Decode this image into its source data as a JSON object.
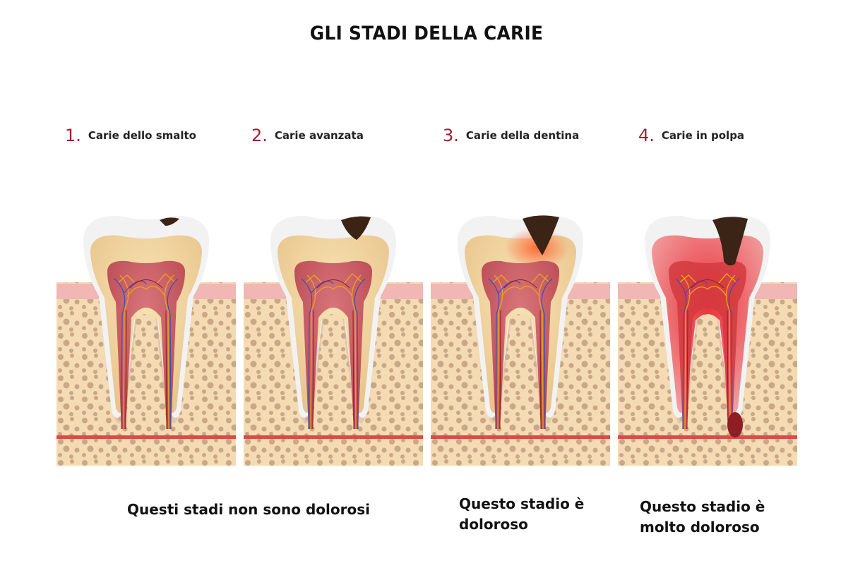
{
  "title": "GLI STADI DELLA CARIE",
  "stages": [
    {
      "number": "1.",
      "label": "Carie dello smalto"
    },
    {
      "number": "2.",
      "label": "Carie avanzata"
    },
    {
      "number": "3.",
      "label": "Carie della dentina"
    },
    {
      "number": "4.",
      "label": "Carie in polpa"
    }
  ],
  "captions": {
    "painless": "Questi stadi non sono dolorosi",
    "painful_line1": "Questo stadio è",
    "painful_line2": "doloroso",
    "very_painful_line1": "Questo stadio è",
    "very_painful_line2": "molto doloroso"
  },
  "colors": {
    "accent": "#9b2230",
    "gum": "#f0b7b4",
    "bone": "#f5dbb3",
    "bone_dots": "#c8a887",
    "enamel": "#f2f2f2",
    "dentin": "#f4d9a6",
    "pulp": "#c9565e",
    "decay": "#3b2416",
    "inflammation": "#e63a3a"
  }
}
